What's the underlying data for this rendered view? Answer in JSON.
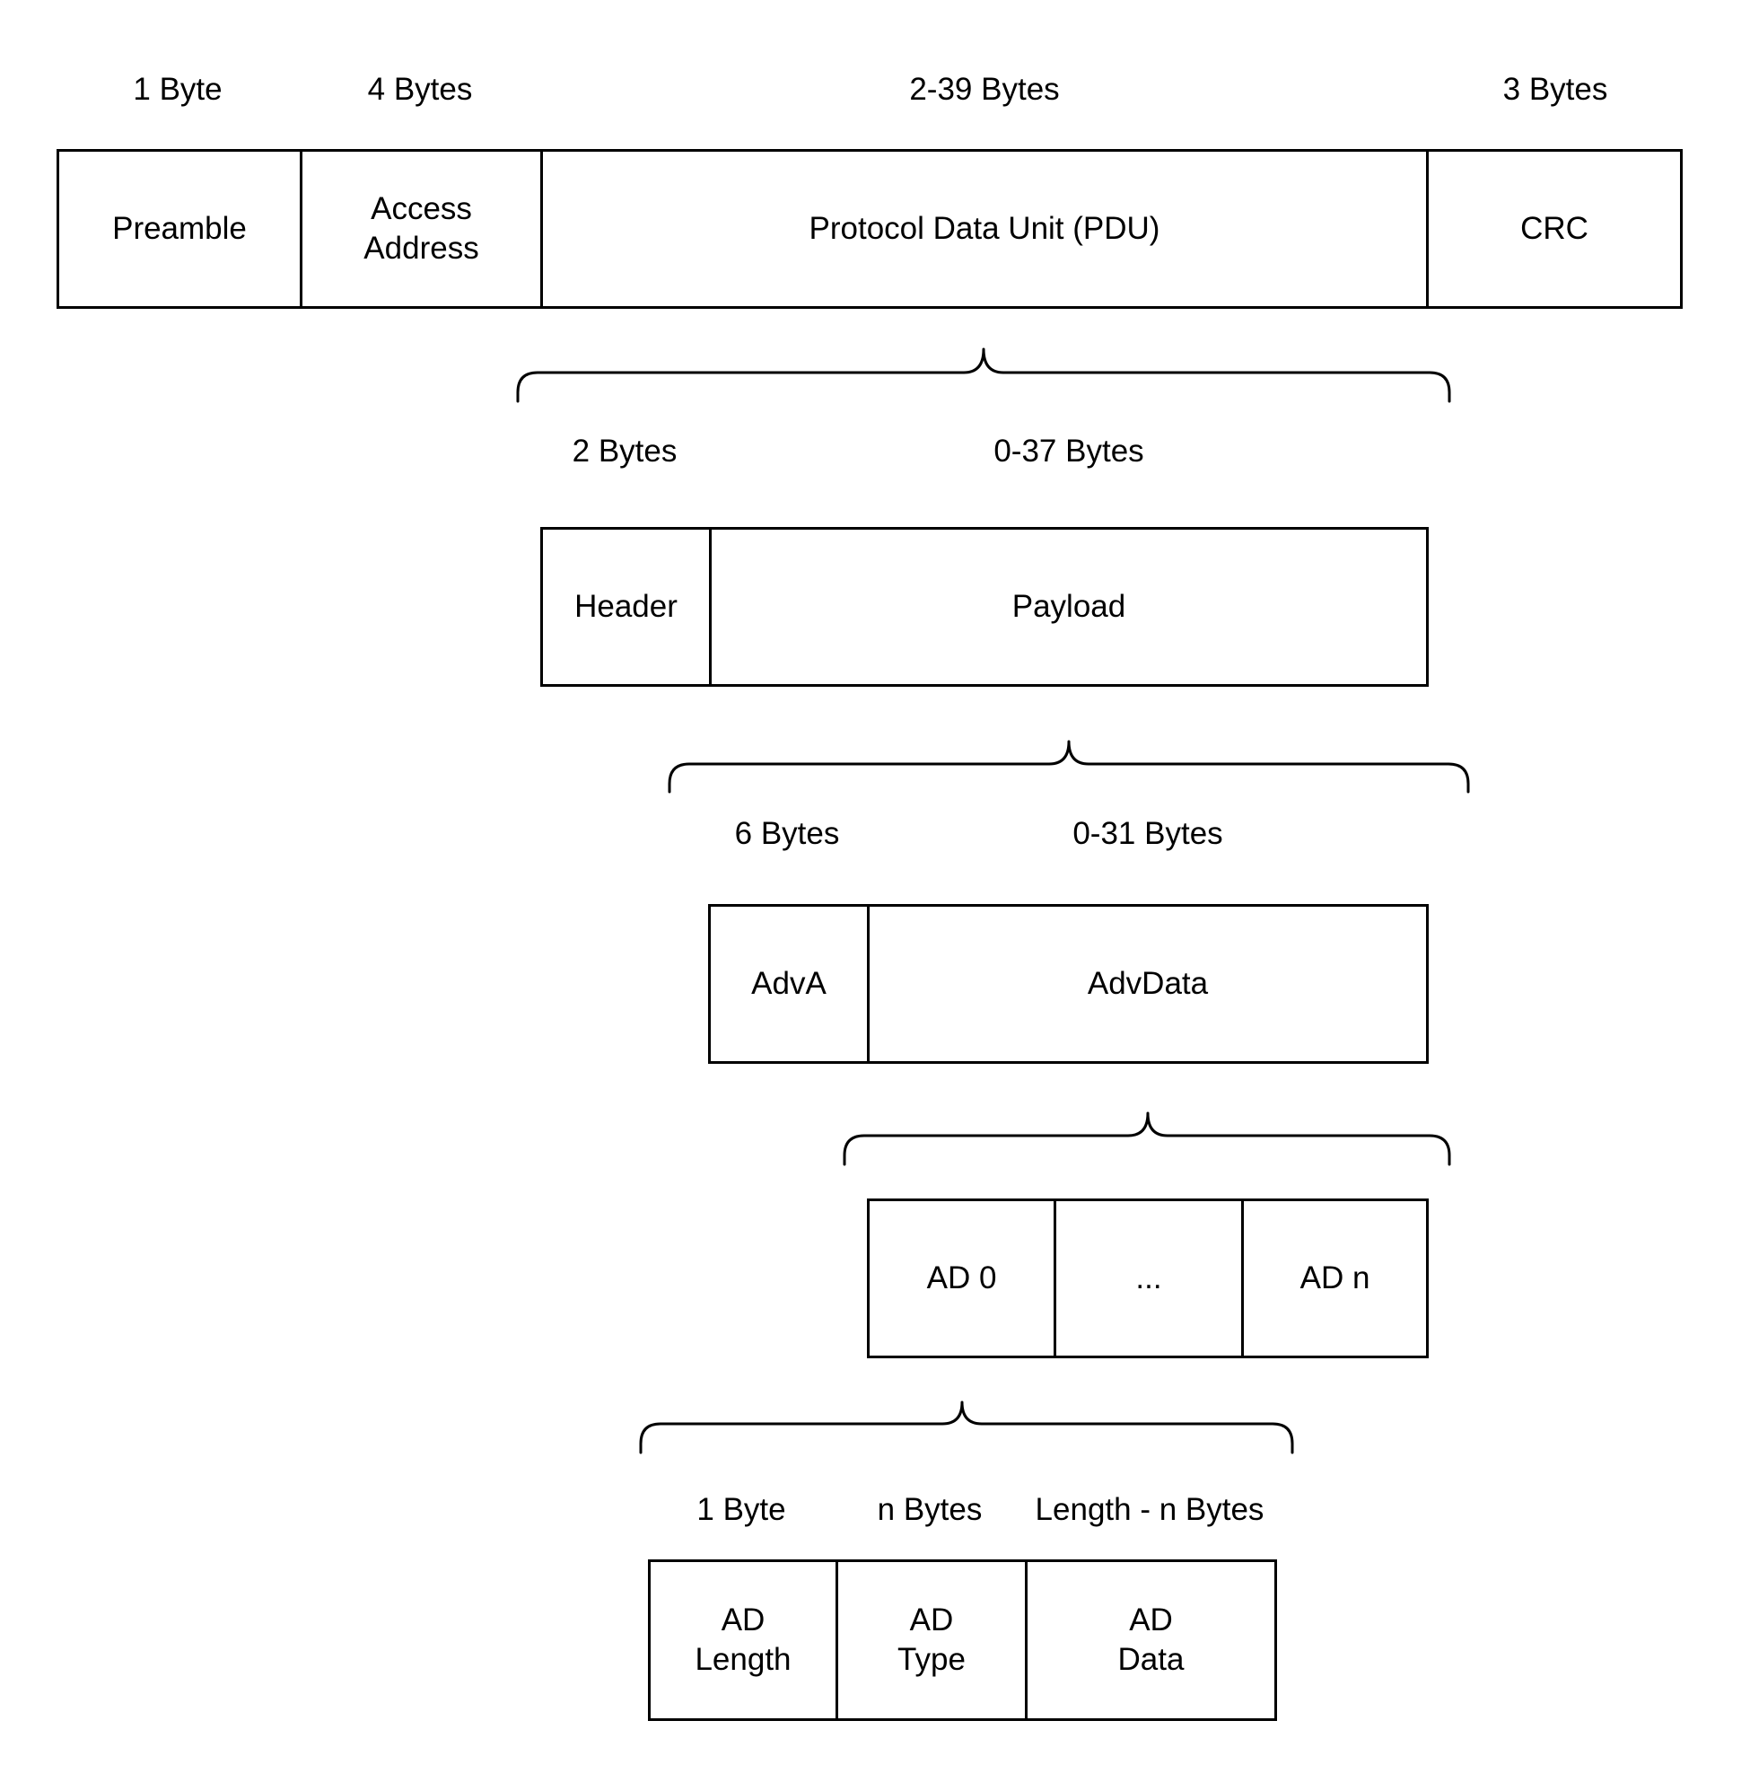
{
  "colors": {
    "stroke": "#000000",
    "background": "#ffffff",
    "text": "#000000"
  },
  "size_labels": [
    {
      "text": "1 Byte"
    },
    {
      "text": "4 Bytes"
    },
    {
      "text": "2-39 Bytes"
    },
    {
      "text": "3 Bytes"
    },
    {
      "text": "2 Bytes"
    },
    {
      "text": "0-37 Bytes"
    },
    {
      "text": "6 Bytes"
    },
    {
      "text": "0-31 Bytes"
    },
    {
      "text": "1 Byte"
    },
    {
      "text": "n Bytes"
    },
    {
      "text": "Length - n Bytes"
    }
  ],
  "rows": [
    {
      "name": "packet",
      "cells": [
        {
          "text": "Preamble"
        },
        {
          "text": "Access\nAddress"
        },
        {
          "text": "Protocol Data Unit (PDU)"
        },
        {
          "text": "CRC"
        }
      ]
    },
    {
      "name": "pdu",
      "cells": [
        {
          "text": "Header"
        },
        {
          "text": "Payload"
        }
      ]
    },
    {
      "name": "payload",
      "cells": [
        {
          "text": "AdvA"
        },
        {
          "text": "AdvData"
        }
      ]
    },
    {
      "name": "advdata",
      "cells": [
        {
          "text": "AD 0"
        },
        {
          "text": "..."
        },
        {
          "text": "AD n"
        }
      ]
    },
    {
      "name": "ad-structure",
      "cells": [
        {
          "text": "AD\nLength"
        },
        {
          "text": "AD\nType"
        },
        {
          "text": "AD\nData"
        }
      ]
    }
  ]
}
